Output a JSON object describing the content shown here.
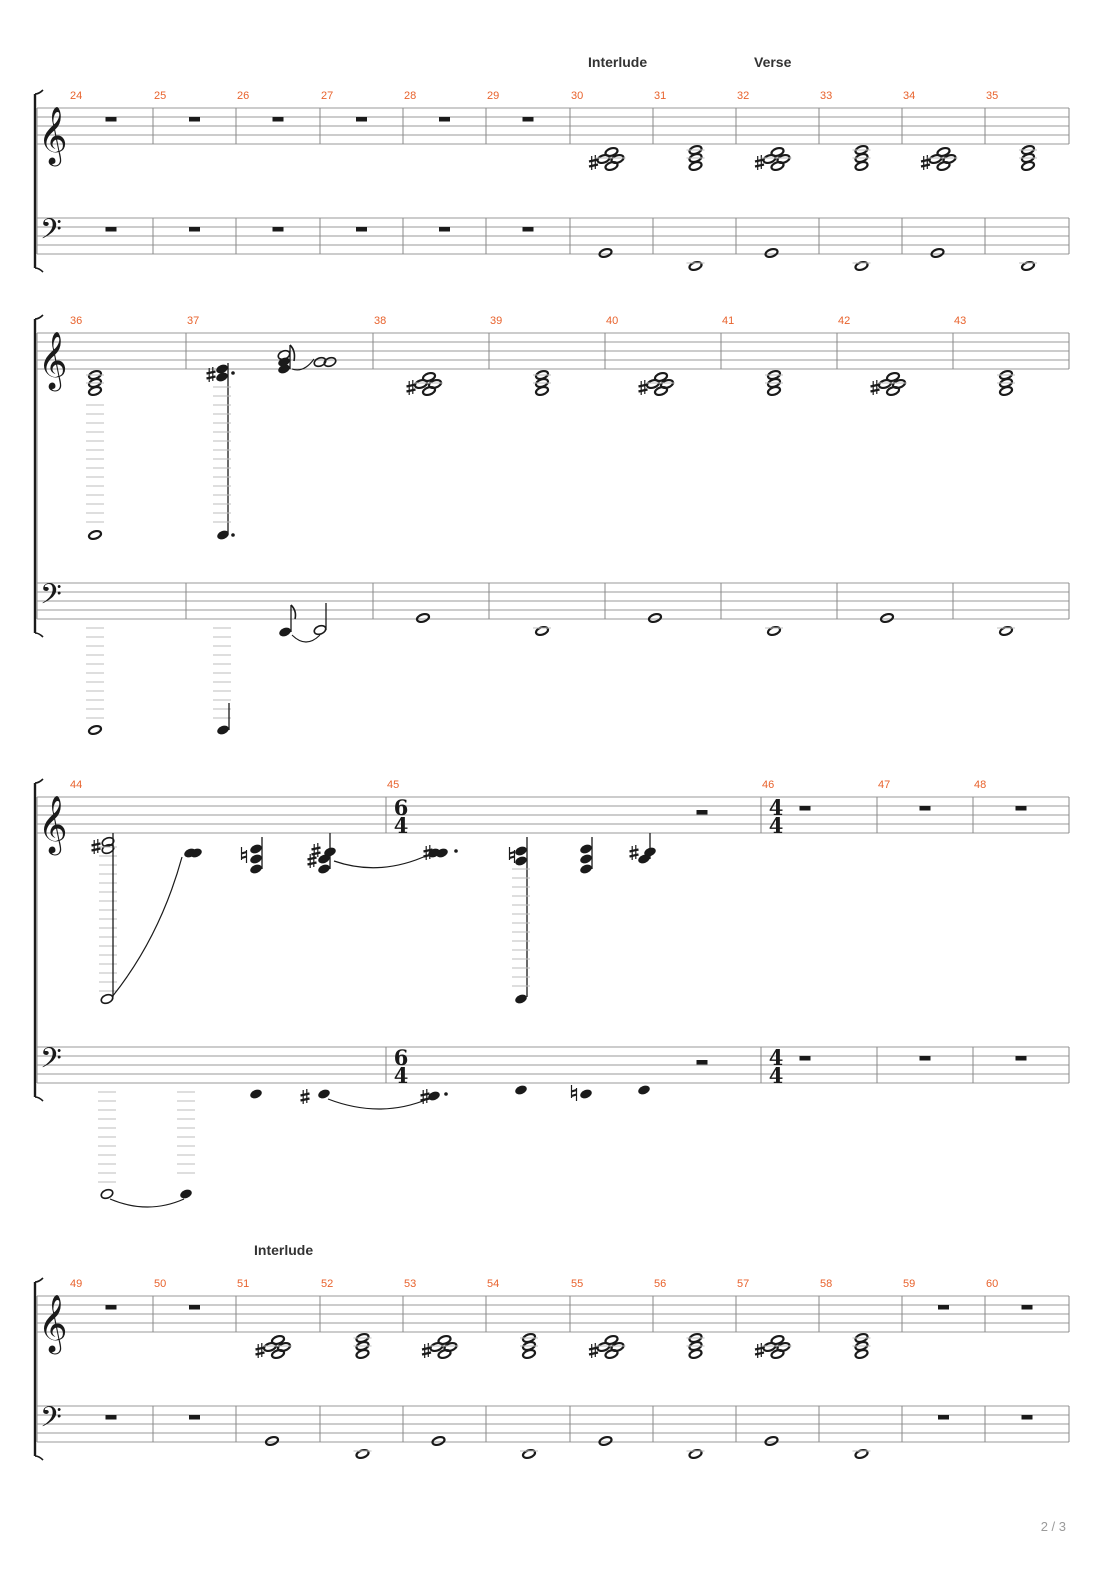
{
  "page": {
    "number_label": "2 / 3"
  },
  "colors": {
    "measure_number": "#e8622c",
    "staff_line": "#9a9a9a",
    "barline": "#8a8a8a",
    "ink": "#1a1a1a"
  },
  "clefs": {
    "treble": "𝄞",
    "bass": "𝄢"
  },
  "sections": [
    "Interlude",
    "Verse",
    "Interlude"
  ],
  "systems": [
    {
      "measure_numbers": [
        "24",
        "25",
        "26",
        "27",
        "28",
        "29",
        "30",
        "31",
        "32",
        "33",
        "34",
        "35"
      ],
      "section_labels": [
        {
          "text": "Interlude",
          "at_measure": "30"
        },
        {
          "text": "Verse",
          "at_measure": "32"
        }
      ]
    },
    {
      "measure_numbers": [
        "36",
        "37",
        "38",
        "39",
        "40",
        "41",
        "42",
        "43"
      ],
      "section_labels": []
    },
    {
      "measure_numbers": [
        "44",
        "45",
        "46",
        "47",
        "48"
      ],
      "section_labels": [],
      "time_signatures": [
        {
          "at_measure": "45",
          "numerator": "6",
          "denominator": "4"
        },
        {
          "at_measure": "46",
          "numerator": "4",
          "denominator": "4"
        }
      ]
    },
    {
      "measure_numbers": [
        "49",
        "50",
        "51",
        "52",
        "53",
        "54",
        "55",
        "56",
        "57",
        "58",
        "59",
        "60"
      ],
      "section_labels": [
        {
          "text": "Interlude",
          "at_measure": "51"
        }
      ]
    }
  ]
}
